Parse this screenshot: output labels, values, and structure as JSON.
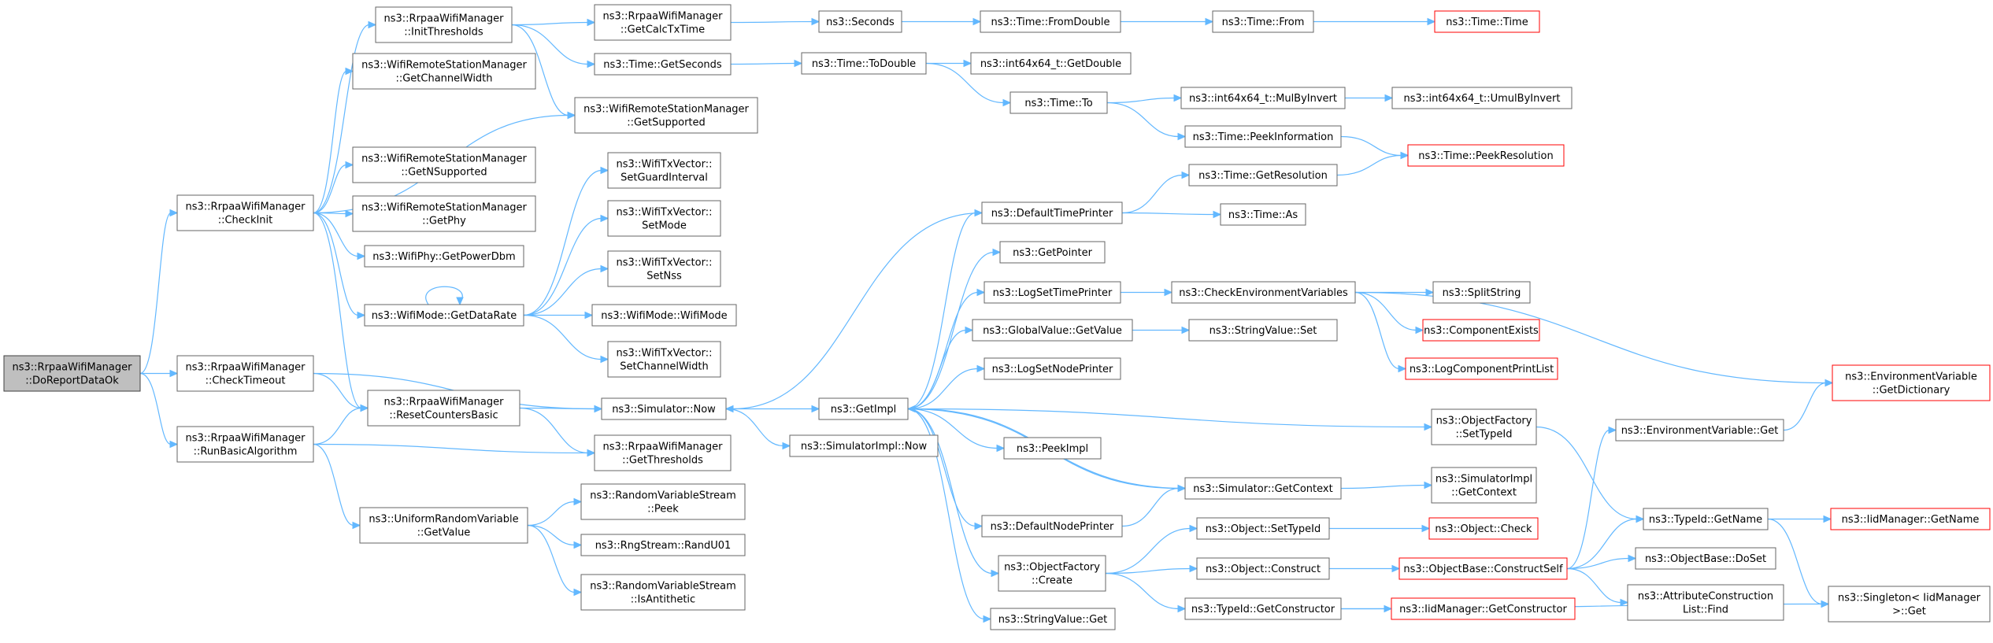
{
  "colors": {
    "edge": "#63b8ff",
    "node_border": "#666666",
    "node_border_truncated": "#ff0000",
    "root_fill": "#bfbfbf"
  },
  "nodes": [
    {
      "id": "doreport",
      "lines": [
        "ns3::RrpaaWifiManager",
        "::DoReportDataOk"
      ],
      "root": true
    },
    {
      "id": "checkinit",
      "lines": [
        "ns3::RrpaaWifiManager",
        "::CheckInit"
      ]
    },
    {
      "id": "checktimeout",
      "lines": [
        "ns3::RrpaaWifiManager",
        "::CheckTimeout"
      ]
    },
    {
      "id": "runbasic",
      "lines": [
        "ns3::RrpaaWifiManager",
        "::RunBasicAlgorithm"
      ]
    },
    {
      "id": "initthresholds",
      "lines": [
        "ns3::RrpaaWifiManager",
        "::InitThresholds"
      ]
    },
    {
      "id": "getchannelwidth",
      "lines": [
        "ns3::WifiRemoteStationManager",
        "::GetChannelWidth"
      ]
    },
    {
      "id": "getnsupported",
      "lines": [
        "ns3::WifiRemoteStationManager",
        "::GetNSupported"
      ]
    },
    {
      "id": "getphy",
      "lines": [
        "ns3::WifiRemoteStationManager",
        "::GetPhy"
      ]
    },
    {
      "id": "getpowerdbm",
      "lines": [
        "ns3::WifiPhy::GetPowerDbm"
      ]
    },
    {
      "id": "getdatarate",
      "lines": [
        "ns3::WifiMode::GetDataRate"
      ]
    },
    {
      "id": "resetcounters",
      "lines": [
        "ns3::RrpaaWifiManager",
        "::ResetCountersBasic"
      ]
    },
    {
      "id": "uniformgetvalue",
      "lines": [
        "ns3::UniformRandomVariable",
        "::GetValue"
      ]
    },
    {
      "id": "getcalctxtime",
      "lines": [
        "ns3::RrpaaWifiManager",
        "::GetCalcTxTime"
      ]
    },
    {
      "id": "timegetseconds",
      "lines": [
        "ns3::Time::GetSeconds"
      ]
    },
    {
      "id": "getsupported",
      "lines": [
        "ns3::WifiRemoteStationManager",
        "::GetSupported"
      ]
    },
    {
      "id": "setguardinterval",
      "lines": [
        "ns3::WifiTxVector::",
        "SetGuardInterval"
      ]
    },
    {
      "id": "setmode",
      "lines": [
        "ns3::WifiTxVector::",
        "SetMode"
      ]
    },
    {
      "id": "setnss",
      "lines": [
        "ns3::WifiTxVector::",
        "SetNss"
      ]
    },
    {
      "id": "wifimode",
      "lines": [
        "ns3::WifiMode::WifiMode"
      ]
    },
    {
      "id": "setchannelwidth",
      "lines": [
        "ns3::WifiTxVector::",
        "SetChannelWidth"
      ]
    },
    {
      "id": "simnow",
      "lines": [
        "ns3::Simulator::Now"
      ]
    },
    {
      "id": "getthresholds",
      "lines": [
        "ns3::RrpaaWifiManager",
        "::GetThresholds"
      ]
    },
    {
      "id": "rvspeek",
      "lines": [
        "ns3::RandomVariableStream",
        "::Peek"
      ]
    },
    {
      "id": "randu01",
      "lines": [
        "ns3::RngStream::RandU01"
      ]
    },
    {
      "id": "isantithetic",
      "lines": [
        "ns3::RandomVariableStream",
        "::IsAntithetic"
      ]
    },
    {
      "id": "seconds",
      "lines": [
        "ns3::Seconds"
      ]
    },
    {
      "id": "todouble",
      "lines": [
        "ns3::Time::ToDouble"
      ]
    },
    {
      "id": "getimpl",
      "lines": [
        "ns3::GetImpl"
      ]
    },
    {
      "id": "simimplnow",
      "lines": [
        "ns3::SimulatorImpl::Now"
      ]
    },
    {
      "id": "fromdouble",
      "lines": [
        "ns3::Time::FromDouble"
      ]
    },
    {
      "id": "int64getdouble",
      "lines": [
        "ns3::int64x64_t::GetDouble"
      ]
    },
    {
      "id": "timeto",
      "lines": [
        "ns3::Time::To"
      ]
    },
    {
      "id": "defaulttimeprinter",
      "lines": [
        "ns3::DefaultTimePrinter"
      ]
    },
    {
      "id": "getpointer",
      "lines": [
        "ns3::GetPointer"
      ]
    },
    {
      "id": "logsettimeprinter",
      "lines": [
        "ns3::LogSetTimePrinter"
      ]
    },
    {
      "id": "globalgetvalue",
      "lines": [
        "ns3::GlobalValue::GetValue"
      ]
    },
    {
      "id": "logsetnodeprinter",
      "lines": [
        "ns3::LogSetNodePrinter"
      ]
    },
    {
      "id": "peekimpl",
      "lines": [
        "ns3::PeekImpl"
      ]
    },
    {
      "id": "defaultnodeprinter",
      "lines": [
        "ns3::DefaultNodePrinter"
      ]
    },
    {
      "id": "objfactorycreate",
      "lines": [
        "ns3::ObjectFactory",
        "::Create"
      ]
    },
    {
      "id": "stringvalueget",
      "lines": [
        "ns3::StringValue::Get"
      ]
    },
    {
      "id": "timefrom",
      "lines": [
        "ns3::Time::From"
      ]
    },
    {
      "id": "mulbyinvert",
      "lines": [
        "ns3::int64x64_t::MulByInvert"
      ]
    },
    {
      "id": "peekinformation",
      "lines": [
        "ns3::Time::PeekInformation"
      ]
    },
    {
      "id": "getresolution",
      "lines": [
        "ns3::Time::GetResolution"
      ]
    },
    {
      "id": "timeas",
      "lines": [
        "ns3::Time::As"
      ]
    },
    {
      "id": "checkenvvars",
      "lines": [
        "ns3::CheckEnvironmentVariables"
      ]
    },
    {
      "id": "stringvalueset",
      "lines": [
        "ns3::StringValue::Set"
      ]
    },
    {
      "id": "simgetcontext",
      "lines": [
        "ns3::Simulator::GetContext"
      ]
    },
    {
      "id": "objsettypeid",
      "lines": [
        "ns3::Object::SetTypeId"
      ]
    },
    {
      "id": "objconstruct",
      "lines": [
        "ns3::Object::Construct"
      ]
    },
    {
      "id": "typeidgetconstructor",
      "lines": [
        "ns3::TypeId::GetConstructor"
      ]
    },
    {
      "id": "timetime",
      "lines": [
        "ns3::Time::Time"
      ],
      "truncated": true
    },
    {
      "id": "umulbyinvert",
      "lines": [
        "ns3::int64x64_t::UmulByInvert"
      ]
    },
    {
      "id": "peekresolution",
      "lines": [
        "ns3::Time::PeekResolution"
      ],
      "truncated": true
    },
    {
      "id": "splitstring",
      "lines": [
        "ns3::SplitString"
      ]
    },
    {
      "id": "componentexists",
      "lines": [
        "ns3::ComponentExists"
      ],
      "truncated": true
    },
    {
      "id": "logcompprintlist",
      "lines": [
        "ns3::LogComponentPrintList"
      ],
      "truncated": true
    },
    {
      "id": "objfactorysettypeid",
      "lines": [
        "ns3::ObjectFactory",
        "::SetTypeId"
      ]
    },
    {
      "id": "simimplgetcontext",
      "lines": [
        "ns3::SimulatorImpl",
        "::GetContext"
      ]
    },
    {
      "id": "objcheck",
      "lines": [
        "ns3::Object::Check"
      ],
      "truncated": true
    },
    {
      "id": "constructself",
      "lines": [
        "ns3::ObjectBase::ConstructSelf"
      ],
      "truncated": true
    },
    {
      "id": "iidgetconstructor",
      "lines": [
        "ns3::IidManager::GetConstructor"
      ],
      "truncated": true
    },
    {
      "id": "envvarget",
      "lines": [
        "ns3::EnvironmentVariable::Get"
      ]
    },
    {
      "id": "typeidgetname",
      "lines": [
        "ns3::TypeId::GetName"
      ]
    },
    {
      "id": "objbasedoset",
      "lines": [
        "ns3::ObjectBase::DoSet"
      ]
    },
    {
      "id": "attrconstrfind",
      "lines": [
        "ns3::AttributeConstruction",
        "List::Find"
      ]
    },
    {
      "id": "envvargetdict",
      "lines": [
        "ns3::EnvironmentVariable",
        "::GetDictionary"
      ],
      "truncated": true
    },
    {
      "id": "iidgetname",
      "lines": [
        "ns3::IidManager::GetName"
      ],
      "truncated": true
    },
    {
      "id": "singletonget",
      "lines": [
        "ns3::Singleton< IidManager",
        ">::Get"
      ]
    }
  ],
  "edges": [
    [
      "doreport",
      "checkinit"
    ],
    [
      "doreport",
      "checktimeout"
    ],
    [
      "doreport",
      "runbasic"
    ],
    [
      "checkinit",
      "initthresholds"
    ],
    [
      "checkinit",
      "getchannelwidth"
    ],
    [
      "checkinit",
      "getsupported"
    ],
    [
      "checkinit",
      "getnsupported"
    ],
    [
      "checkinit",
      "getphy"
    ],
    [
      "checkinit",
      "getpowerdbm"
    ],
    [
      "checkinit",
      "getdatarate"
    ],
    [
      "checkinit",
      "resetcounters"
    ],
    [
      "checktimeout",
      "simnow"
    ],
    [
      "checktimeout",
      "resetcounters"
    ],
    [
      "runbasic",
      "resetcounters"
    ],
    [
      "runbasic",
      "getthresholds"
    ],
    [
      "runbasic",
      "uniformgetvalue"
    ],
    [
      "initthresholds",
      "getcalctxtime"
    ],
    [
      "initthresholds",
      "timegetseconds"
    ],
    [
      "initthresholds",
      "getsupported"
    ],
    [
      "getdatarate",
      "getdatarate"
    ],
    [
      "getdatarate",
      "setguardinterval"
    ],
    [
      "getdatarate",
      "setmode"
    ],
    [
      "getdatarate",
      "setnss"
    ],
    [
      "getdatarate",
      "wifimode"
    ],
    [
      "getdatarate",
      "setchannelwidth"
    ],
    [
      "resetcounters",
      "simnow"
    ],
    [
      "resetcounters",
      "getthresholds"
    ],
    [
      "uniformgetvalue",
      "rvspeek"
    ],
    [
      "uniformgetvalue",
      "randu01"
    ],
    [
      "uniformgetvalue",
      "isantithetic"
    ],
    [
      "getcalctxtime",
      "seconds"
    ],
    [
      "seconds",
      "fromdouble"
    ],
    [
      "fromdouble",
      "timefrom"
    ],
    [
      "timefrom",
      "timetime"
    ],
    [
      "timegetseconds",
      "todouble"
    ],
    [
      "todouble",
      "int64getdouble"
    ],
    [
      "todouble",
      "timeto"
    ],
    [
      "timeto",
      "mulbyinvert"
    ],
    [
      "timeto",
      "peekinformation"
    ],
    [
      "mulbyinvert",
      "umulbyinvert"
    ],
    [
      "peekinformation",
      "peekresolution"
    ],
    [
      "getresolution",
      "peekresolution"
    ],
    [
      "simnow",
      "getimpl"
    ],
    [
      "simnow",
      "simimplnow"
    ],
    [
      "getimpl",
      "defaulttimeprinter"
    ],
    [
      "getimpl",
      "getpointer"
    ],
    [
      "getimpl",
      "logsettimeprinter"
    ],
    [
      "getimpl",
      "globalgetvalue"
    ],
    [
      "getimpl",
      "logsetnodeprinter"
    ],
    [
      "getimpl",
      "peekimpl"
    ],
    [
      "getimpl",
      "defaultnodeprinter"
    ],
    [
      "getimpl",
      "objfactorycreate"
    ],
    [
      "getimpl",
      "stringvalueget"
    ],
    [
      "getimpl",
      "objfactorysettypeid"
    ],
    [
      "getimpl",
      "simgetcontext"
    ],
    [
      "defaulttimeprinter",
      "simnow"
    ],
    [
      "defaulttimeprinter",
      "getresolution"
    ],
    [
      "defaulttimeprinter",
      "timeas"
    ],
    [
      "logsettimeprinter",
      "checkenvvars"
    ],
    [
      "checkenvvars",
      "splitstring"
    ],
    [
      "checkenvvars",
      "componentexists"
    ],
    [
      "checkenvvars",
      "logcompprintlist"
    ],
    [
      "checkenvvars",
      "envvargetdict"
    ],
    [
      "globalgetvalue",
      "stringvalueset"
    ],
    [
      "simgetcontext",
      "getimpl"
    ],
    [
      "simgetcontext",
      "simimplgetcontext"
    ],
    [
      "defaultnodeprinter",
      "simgetcontext"
    ],
    [
      "objfactorycreate",
      "objsettypeid"
    ],
    [
      "objfactorycreate",
      "objconstruct"
    ],
    [
      "objfactorycreate",
      "typeidgetconstructor"
    ],
    [
      "objsettypeid",
      "objcheck"
    ],
    [
      "objconstruct",
      "constructself"
    ],
    [
      "typeidgetconstructor",
      "iidgetconstructor"
    ],
    [
      "typeidgetconstructor",
      "singletonget"
    ],
    [
      "objfactorysettypeid",
      "typeidgetname"
    ],
    [
      "constructself",
      "envvarget"
    ],
    [
      "constructself",
      "typeidgetname"
    ],
    [
      "constructself",
      "objbasedoset"
    ],
    [
      "constructself",
      "attrconstrfind"
    ],
    [
      "envvarget",
      "envvargetdict"
    ],
    [
      "typeidgetname",
      "iidgetname"
    ],
    [
      "typeidgetname",
      "singletonget"
    ]
  ]
}
